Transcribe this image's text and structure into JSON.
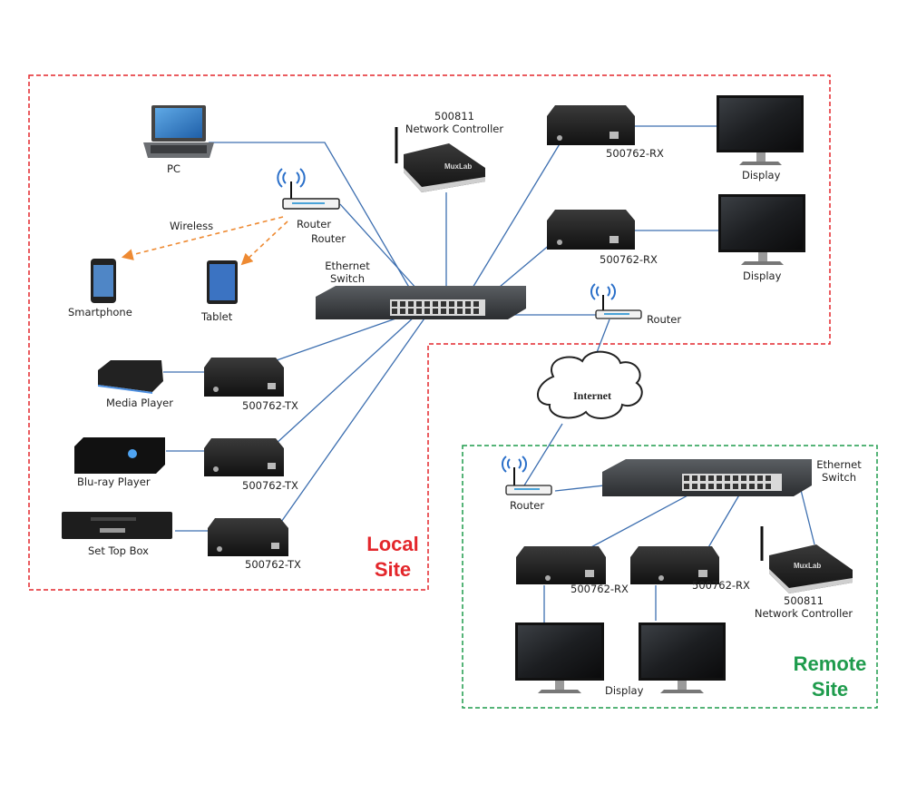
{
  "colors": {
    "local_site": "#e3262b",
    "remote_site": "#1e9b4c",
    "ethernet_link": "#3d6fb0",
    "wireless_link": "#ee8a32"
  },
  "local_site": {
    "title_line1": "Local",
    "title_line2": "Site",
    "pc": "PC",
    "router_top_line1": "Router",
    "router_top_line2": "Router",
    "wireless": "Wireless",
    "smartphone": "Smartphone",
    "tablet": "Tablet",
    "switch_line1": "Ethernet",
    "switch_line2": "Switch",
    "controller_line1": "500811",
    "controller_line2": "Network Controller",
    "rx1": "500762-RX",
    "rx2": "500762-RX",
    "display1": "Display",
    "display2": "Display",
    "router_edge": "Router",
    "media_player": "Media Player",
    "tx1": "500762-TX",
    "bluray": "Blu-ray Player",
    "tx2": "500762-TX",
    "settop": "Set Top Box",
    "tx3": "500762-TX"
  },
  "internet": "Internet",
  "remote_site": {
    "title_line1": "Remote",
    "title_line2": "Site",
    "router": "Router",
    "switch_line1": "Ethernet",
    "switch_line2": "Switch",
    "rx1": "500762-RX",
    "rx2": "500762-RX",
    "controller_line1": "500811",
    "controller_line2": "Network Controller",
    "display": "Display"
  }
}
